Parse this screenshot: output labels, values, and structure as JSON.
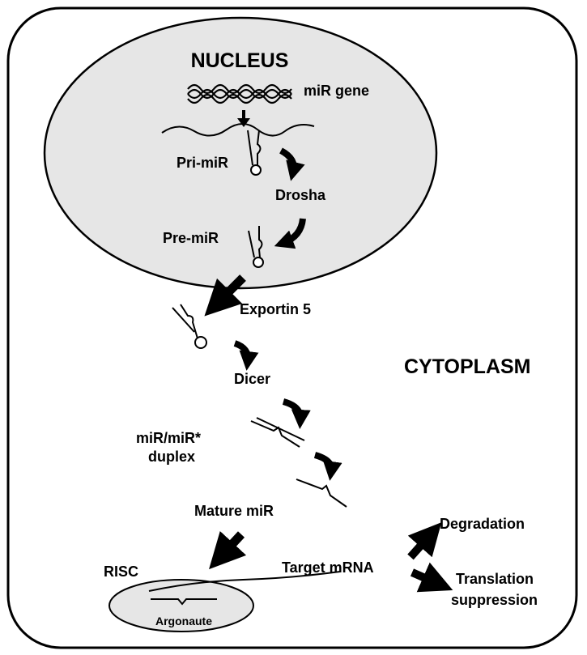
{
  "compartments": {
    "nucleus": "NUCLEUS",
    "cytoplasm": "CYTOPLASM"
  },
  "labels": {
    "mir_gene": "miR gene",
    "pri_mir": "Pri-miR",
    "drosha": "Drosha",
    "pre_mir": "Pre-miR",
    "exportin": "Exportin 5",
    "dicer": "Dicer",
    "duplex_line1": "miR/miR*",
    "duplex_line2": "duplex",
    "mature": "Mature miR",
    "risc": "RISC",
    "argonaute": "Argonaute",
    "target": "Target mRNA",
    "degradation": "Degradation",
    "translation_line1": "Translation",
    "translation_line2": "suppression"
  },
  "colors": {
    "nucleus_fill": "#e6e6e6",
    "argonaute_fill": "#e6e6e6",
    "stroke": "#000000"
  }
}
